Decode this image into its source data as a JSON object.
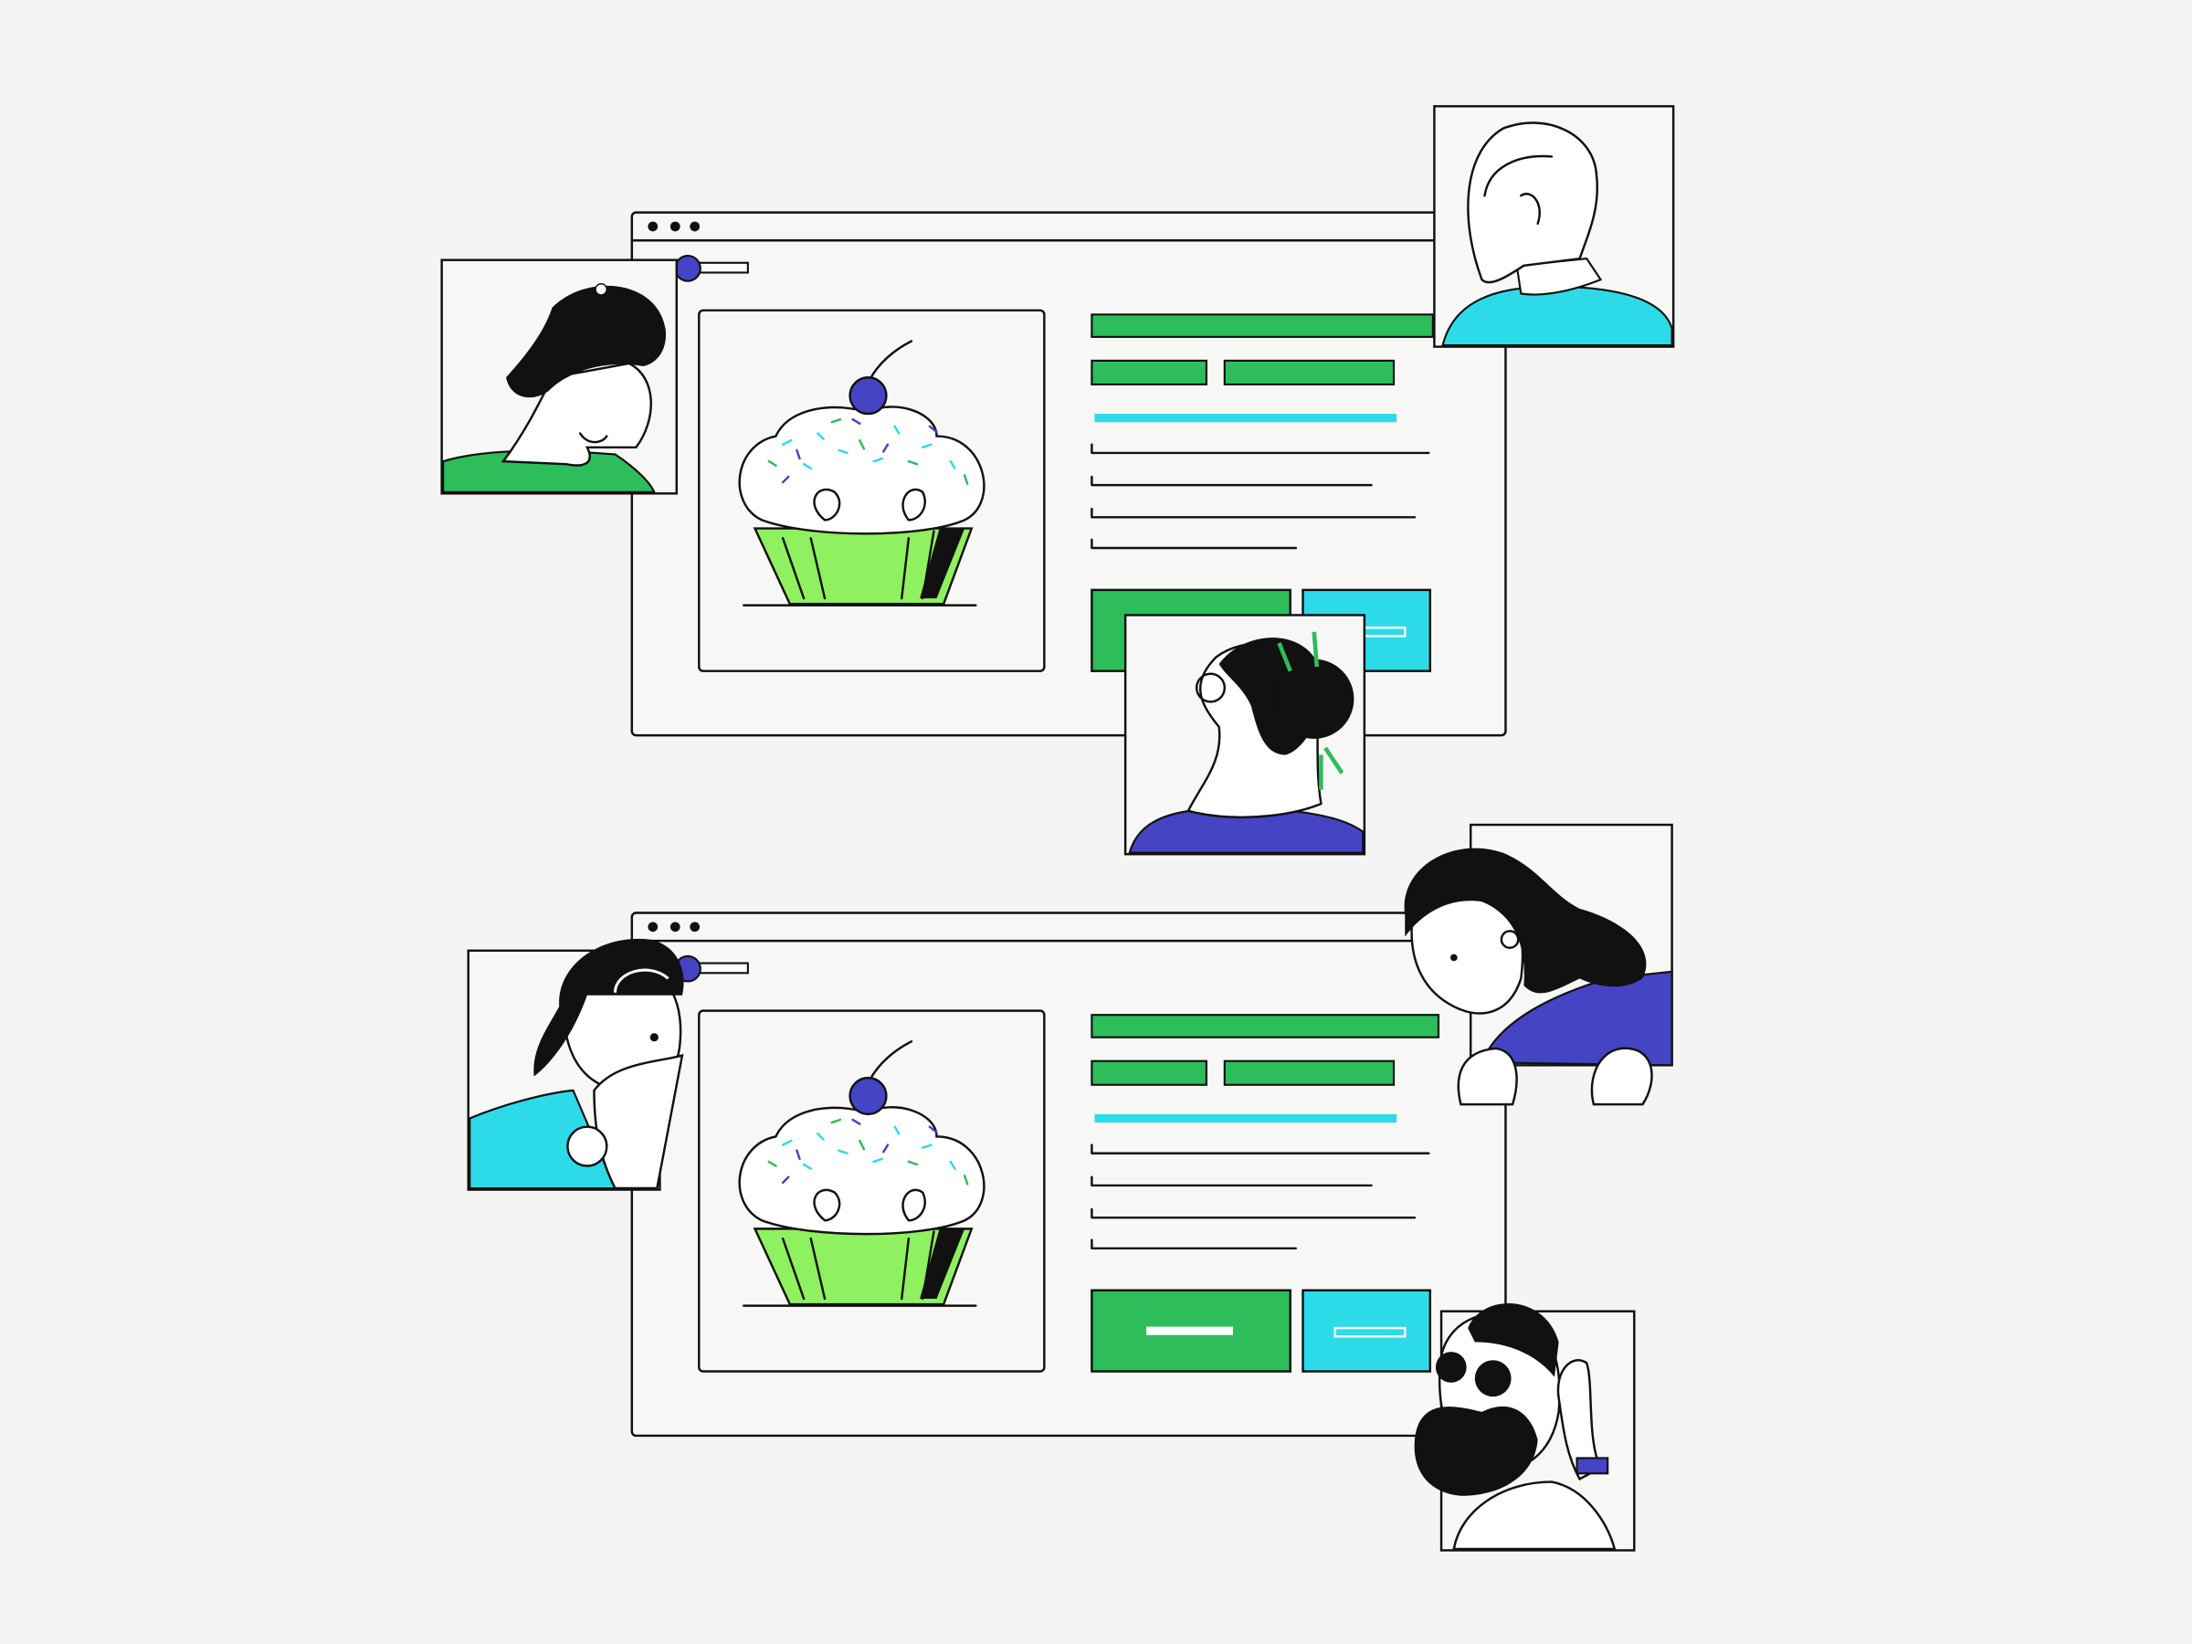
{
  "colors": {
    "background": "#f4f4f3",
    "green": "#2dbd5a",
    "cyan": "#2ddbe8",
    "blue": "#4444c4",
    "lime": "#8ff060",
    "ink": "#111111"
  },
  "windows": [
    {
      "slider_value": 0.05,
      "dots": 3
    },
    {
      "slider_value": 0.05,
      "dots": 3
    }
  ]
}
